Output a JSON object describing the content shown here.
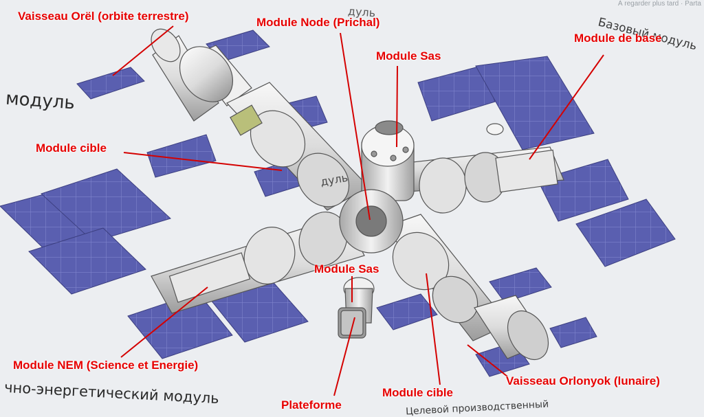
{
  "watermark": "À regarder plus tard · Parta",
  "background_text": {
    "ru_modul_left": "модуль",
    "ru_bazovy_modul": "Базовый модуль",
    "ru_modul_top": "дуль",
    "ru_modul_center": "дуль",
    "ru_nauchno": "чно-энергетический модуль",
    "ru_tselevoy": "Целевой производственный"
  },
  "labels": {
    "vaisseau_orel": "Vaisseau Orël (orbite terrestre)",
    "module_node": "Module Node (Prichal)",
    "module_sas_top": "Module Sas",
    "module_de_base": "Module de base",
    "module_cible_left": "Module cible",
    "module_sas_center": "Module Sas",
    "module_nem": "Module NEM (Science et Energie)",
    "plateforme": "Plateforme",
    "module_cible_bottom": "Module cible",
    "vaisseau_orlonyok": "Vaisseau Orlonyok (lunaire)"
  },
  "colors": {
    "label": "#e60000",
    "leader": "#d40000",
    "panel": "#5a5fb0",
    "background": "#eceef1"
  }
}
